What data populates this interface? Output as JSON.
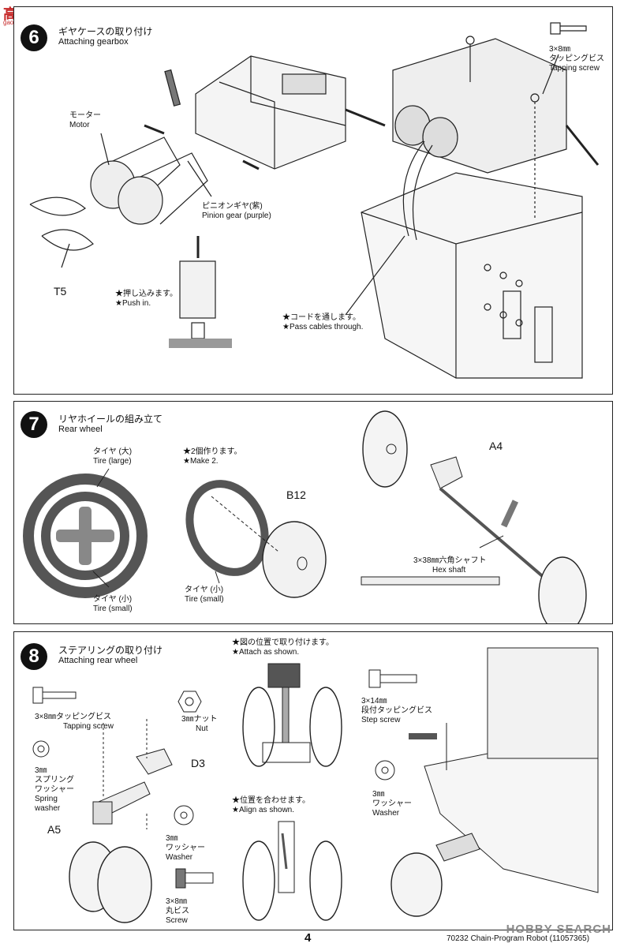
{
  "watermark": {
    "logo": "高手网",
    "url": "gao-shou.com",
    "right": "HOBBY SEARCH"
  },
  "step6": {
    "num": "6",
    "title_jp": "ギヤケースの取り付け",
    "title_en": "Attaching gearbox",
    "motor_jp": "モーター",
    "motor_en": "Motor",
    "pinion_jp": "ピニオンギヤ(紫)",
    "pinion_en": "Pinion gear (purple)",
    "part_t5": "T5",
    "push_jp": "★押し込みます。",
    "push_en": "★Push in.",
    "screw_size": "3×8㎜",
    "screw_jp": "タッピングビス",
    "screw_en": "Tapping screw",
    "cable_jp": "★コードを通します。",
    "cable_en": "★Pass cables through."
  },
  "step7": {
    "num": "7",
    "title_jp": "リヤホイールの組み立て",
    "title_en": "Rear wheel",
    "tire_large_jp": "タイヤ (大)",
    "tire_large_en": "Tire (large)",
    "tire_small_jp": "タイヤ (小)",
    "tire_small_en": "Tire (small)",
    "make2_jp": "★2個作ります。",
    "make2_en": "★Make 2.",
    "tire_small2_jp": "タイヤ (小)",
    "tire_small2_en": "Tire (small)",
    "part_b12": "B12",
    "part_a4": "A4",
    "shaft_jp": "3×38㎜六角シャフト",
    "shaft_en": "Hex shaft"
  },
  "step8": {
    "num": "8",
    "title_jp": "ステアリングの取り付け",
    "title_en": "Attaching rear wheel",
    "tap_size": "3×8㎜タッピングビス",
    "tap_en": "Tapping screw",
    "nut_jp": "3㎜ナット",
    "nut_en": "Nut",
    "part_d3": "D3",
    "spring_size": "3㎜",
    "spring_jp1": "スプリング",
    "spring_jp2": "ワッシャー",
    "spring_en1": "Spring",
    "spring_en2": "washer",
    "washer_size": "3㎜",
    "washer_jp": "ワッシャー",
    "washer_en": "Washer",
    "part_a5": "A5",
    "screw_size": "3×8㎜",
    "screw_jp": "丸ビス",
    "screw_en": "Screw",
    "attach_jp": "★図の位置で取り付けます。",
    "attach_en": "★Attach as shown.",
    "align_jp": "★位置を合わせます。",
    "align_en": "★Align as shown.",
    "step_size": "3×14㎜",
    "step_jp": "段付タッピングビス",
    "step_en": "Step screw",
    "washer2_size": "3㎜",
    "washer2_jp": "ワッシャー",
    "washer2_en": "Washer"
  },
  "page": {
    "number": "4",
    "footer": "70232  Chain-Program Robot (11057365)"
  }
}
